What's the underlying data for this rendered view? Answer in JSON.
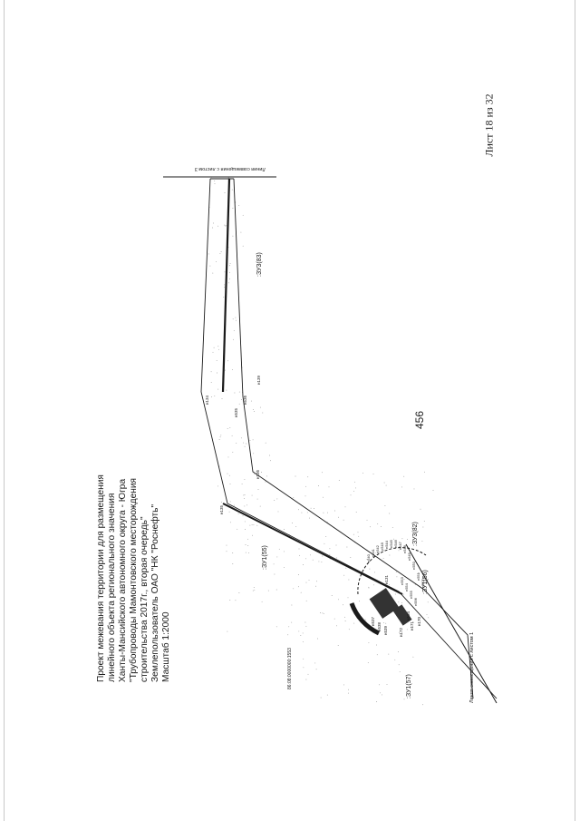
{
  "page_number": "456",
  "sheet": "Лист 18 из 32",
  "title_lines": [
    "Проект межевания территории для размещения",
    "линейного объекта регионального значения",
    "Ханты-Мансийского автономного округа - Югра",
    "\"Трубопроводы Мамонтовского месторождения",
    "строительства 2017г., вторая очередь\"",
    "Землепользователь ОАО \"НК \"Роснефть\"",
    "Масштаб 1:2000"
  ],
  "drawing": {
    "match_line_top": "Линия совмещения с листом 3",
    "match_line_bottom": "Линия совмещения с листом 1",
    "cadastral_number": "86:08:0000000:1553",
    "parcels": [
      ":ЗУ1(57)",
      ":ЗУ1(55)",
      ":ЗУ3(82)",
      ":ЗУ1(56)",
      ":ЗУ3(83)"
    ],
    "points": [
      "н131",
      "н134",
      "н135",
      "н136",
      "н139",
      "н171",
      "н172",
      "н170",
      "н534",
      "н535",
      "н536",
      "н537",
      "н538",
      "н539",
      "н540",
      "н541",
      "н542",
      "н543",
      "н544",
      "н545",
      "н546",
      "н547",
      "н548",
      "н549",
      "н550",
      "н551",
      "н552",
      "н553",
      "н554",
      "н555",
      "н556"
    ],
    "colors": {
      "ink": "#1a1a1a",
      "hatch": "#333333",
      "dots": "#9a9a9a"
    }
  }
}
